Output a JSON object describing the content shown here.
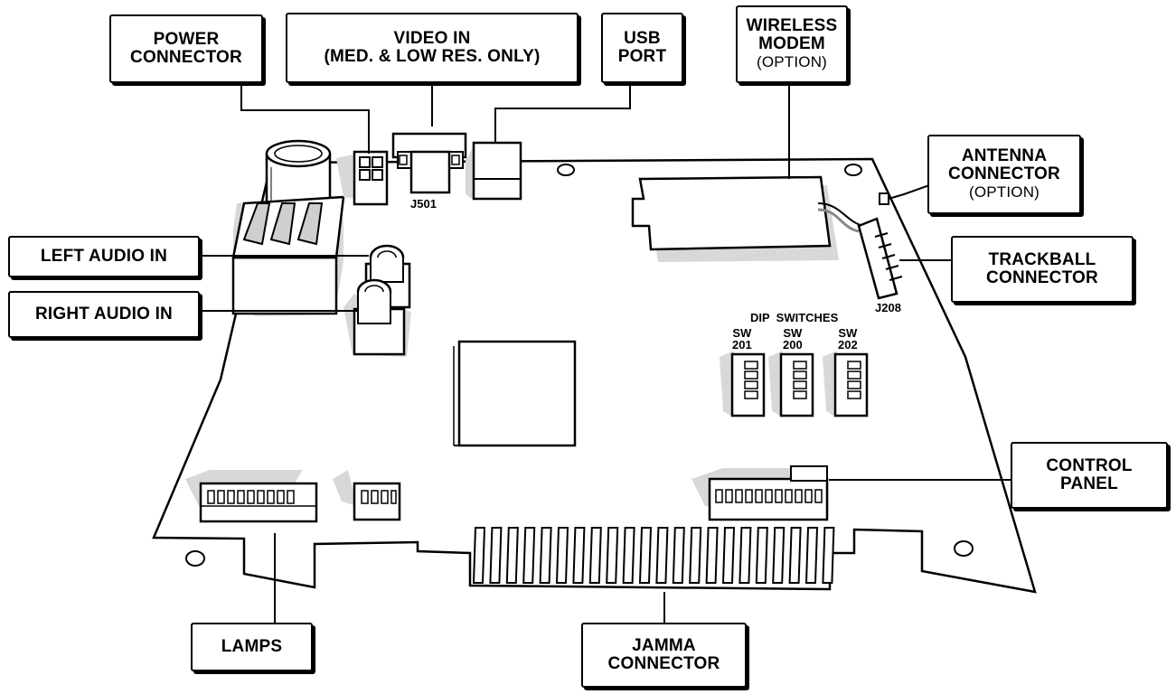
{
  "callouts": {
    "power_connector": [
      "POWER",
      "CONNECTOR"
    ],
    "video_in": [
      "VIDEO IN",
      "(MED. & LOW RES. ONLY)"
    ],
    "usb_port": [
      "USB",
      "PORT"
    ],
    "wireless_modem": [
      "WIRELESS",
      "MODEM",
      "(OPTION)"
    ],
    "antenna_connector": [
      "ANTENNA",
      "CONNECTOR",
      "(OPTION)"
    ],
    "left_audio_in": "LEFT AUDIO IN",
    "right_audio_in": "RIGHT AUDIO IN",
    "trackball_connector": [
      "TRACKBALL",
      "CONNECTOR"
    ],
    "control_panel": [
      "CONTROL",
      "PANEL"
    ],
    "lamps": "LAMPS",
    "jamma_connector": [
      "JAMMA",
      "CONNECTOR"
    ]
  },
  "board_labels": {
    "j501": "J501",
    "j208": "J208",
    "dip_switches": "DIP  SWITCHES",
    "sw201": [
      "SW",
      "201"
    ],
    "sw200": [
      "SW",
      "200"
    ],
    "sw202": [
      "SW",
      "202"
    ]
  }
}
